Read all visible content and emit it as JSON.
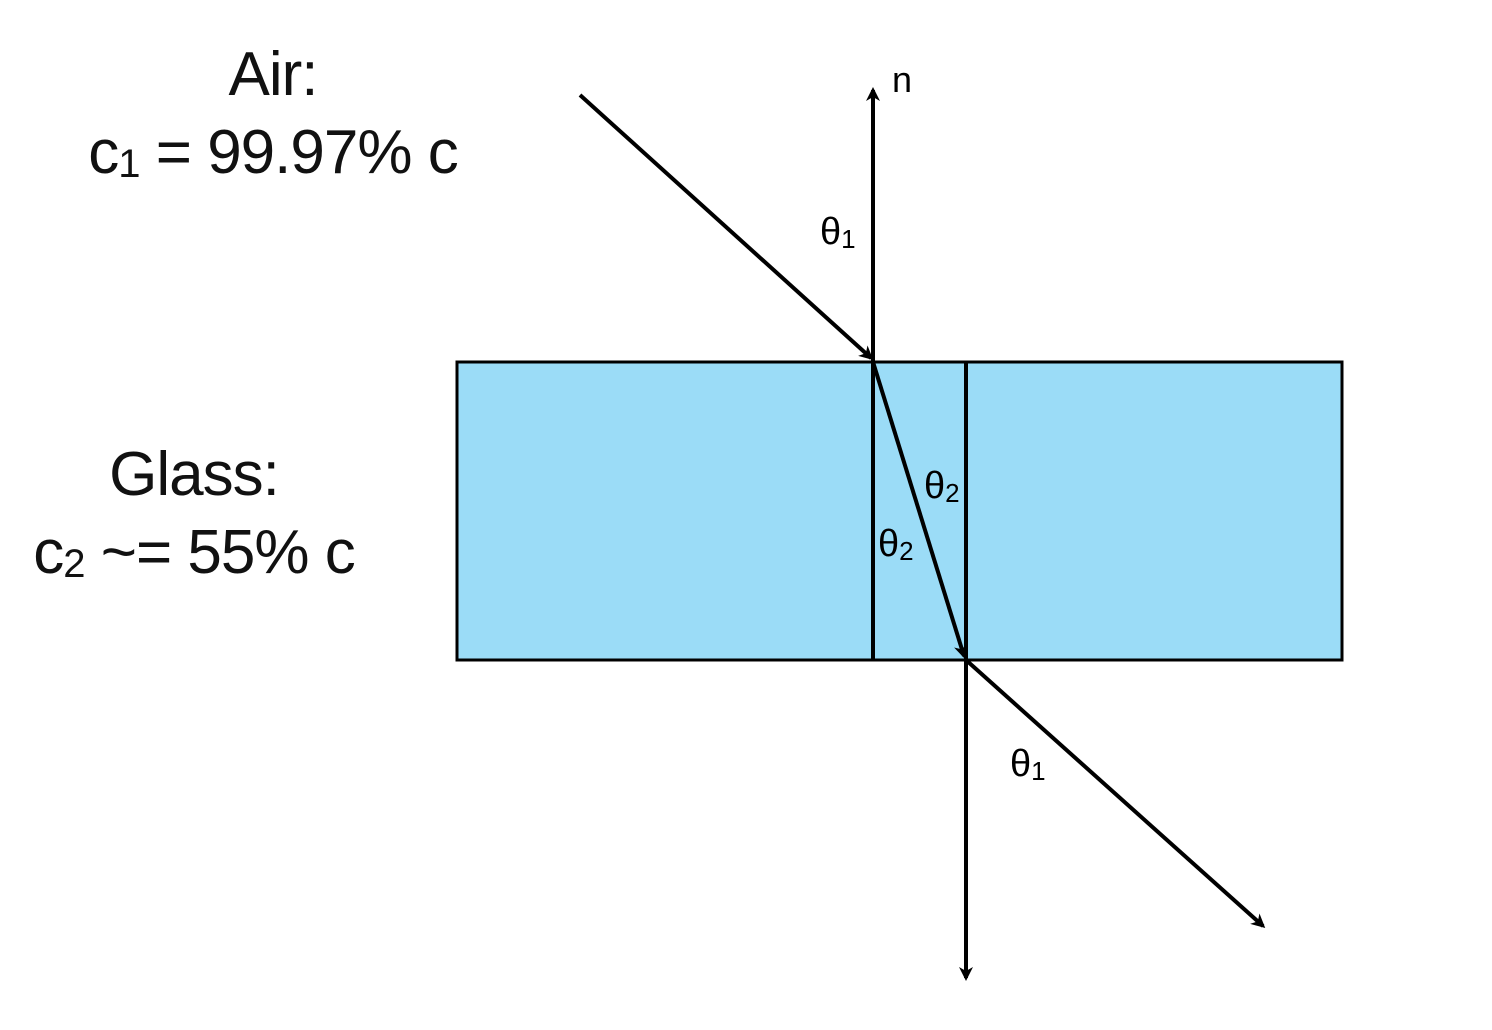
{
  "air": {
    "name": "Air:",
    "speed_symbol": "c",
    "speed_subscript": "1",
    "speed_value": " = 99.97% c"
  },
  "glass": {
    "name": "Glass:",
    "speed_symbol": "c",
    "speed_subscript": "2",
    "speed_value": " ~= 55% c"
  },
  "normal_label": "n",
  "angle_labels": {
    "incident": {
      "symbol": "θ",
      "subscript": "1"
    },
    "refracted_left": {
      "symbol": "θ",
      "subscript": "2"
    },
    "refracted_right": {
      "symbol": "θ",
      "subscript": "2"
    },
    "exit": {
      "symbol": "θ",
      "subscript": "1"
    }
  },
  "colors": {
    "glass_fill": "#9bdcf7",
    "line": "#000000",
    "text": "#111111"
  }
}
